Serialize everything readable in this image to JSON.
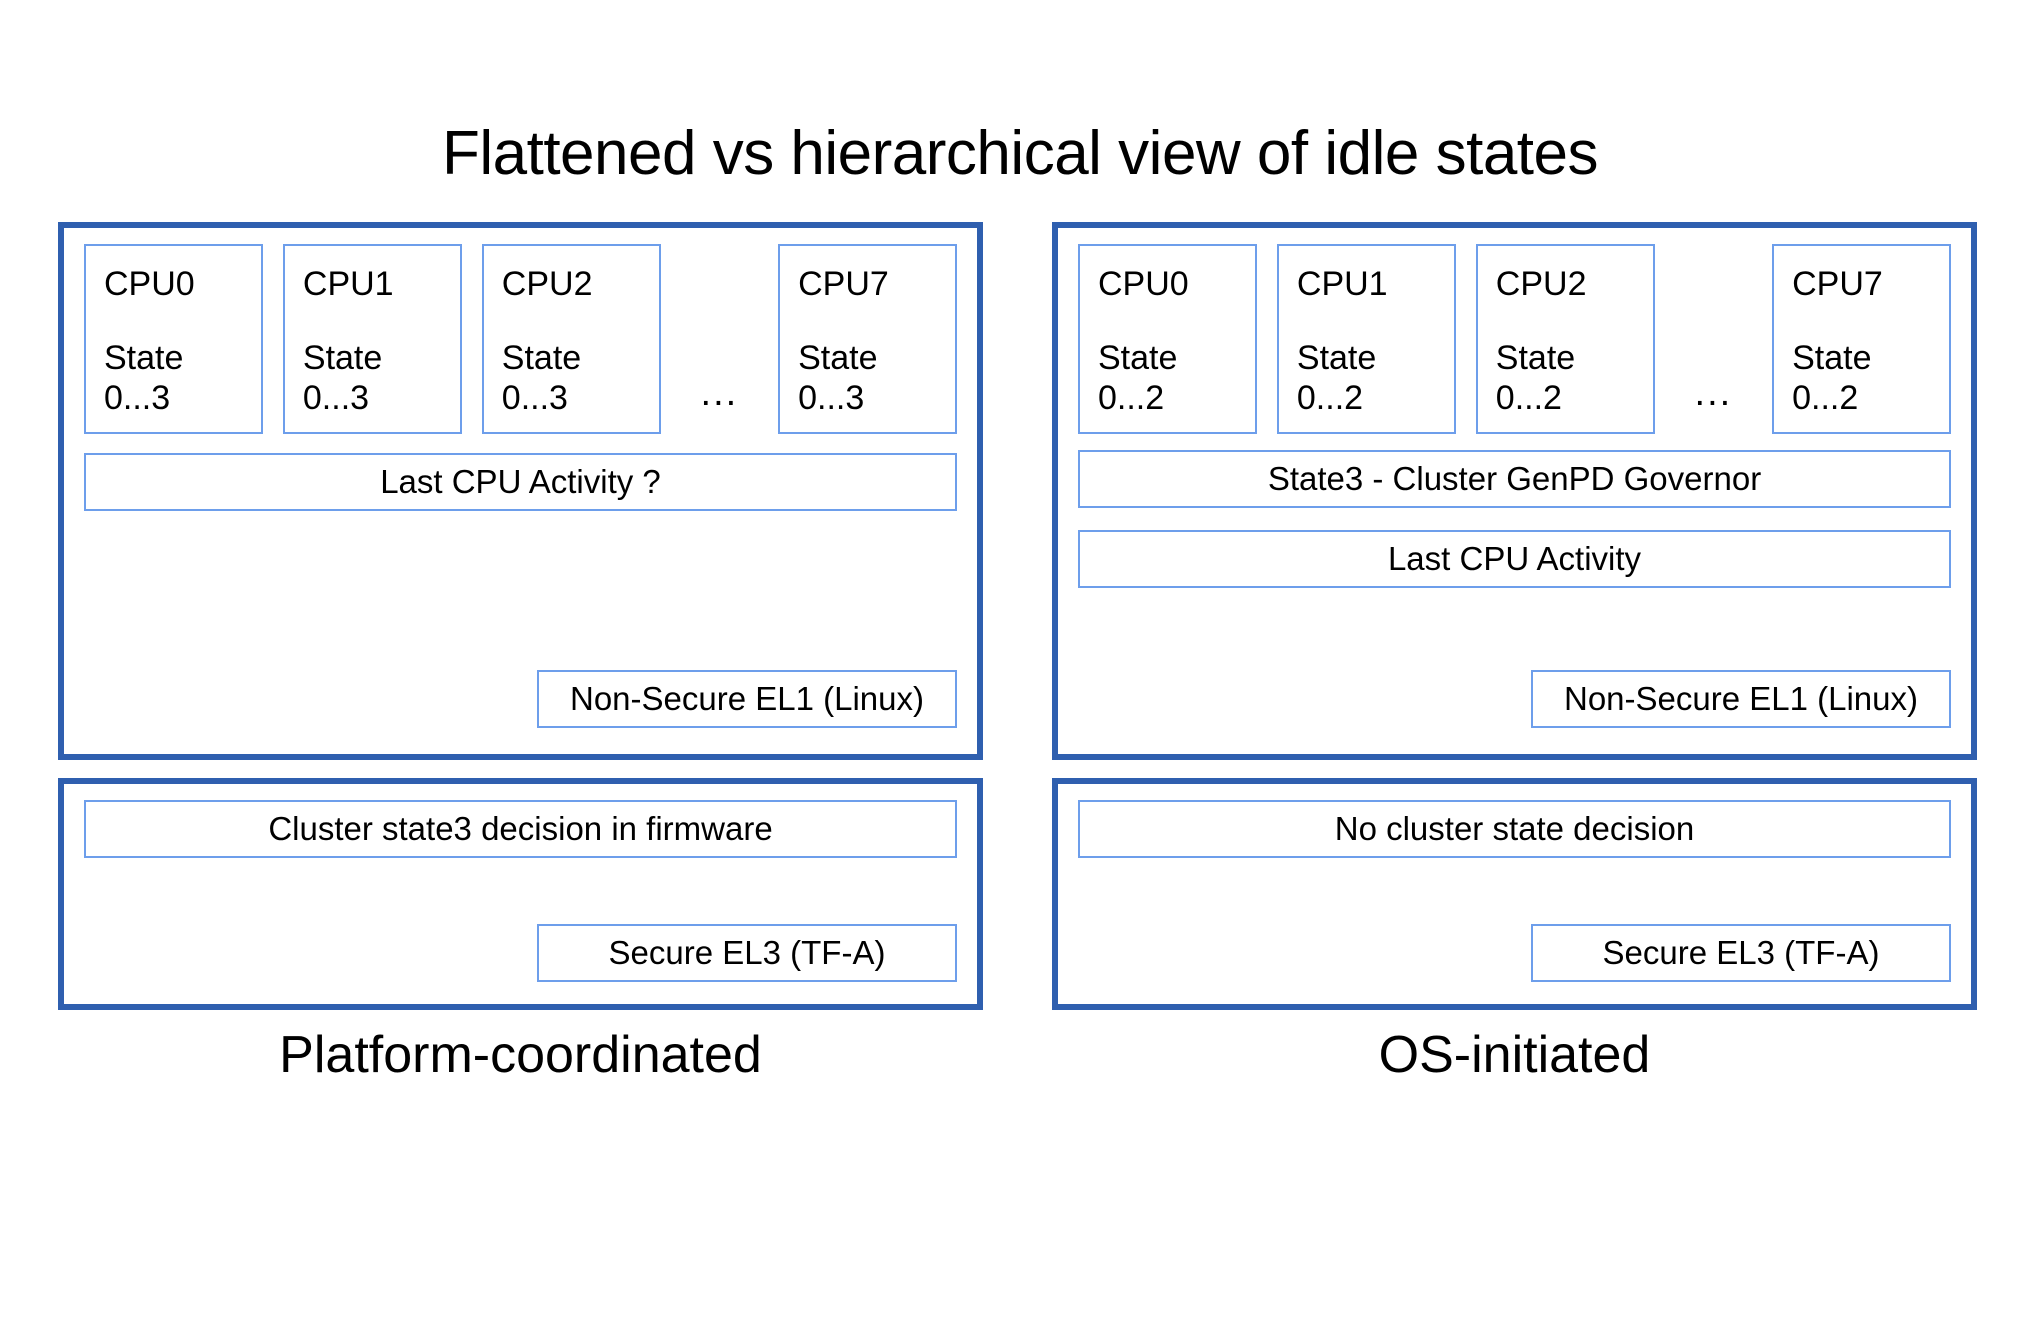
{
  "title": "Flattened vs hierarchical view of idle states",
  "colors": {
    "outer_border": "#2F5FAF",
    "inner_border": "#6D9EEB",
    "background": "#FFFFFF",
    "text": "#000000"
  },
  "ellipsis": "...",
  "columns": [
    {
      "id": "platform-coordinated",
      "caption": "Platform-coordinated",
      "os_panel": {
        "cpus": [
          {
            "name": "CPU0",
            "state_label": "State",
            "state_range": "0...3"
          },
          {
            "name": "CPU1",
            "state_label": "State",
            "state_range": "0...3"
          },
          {
            "name": "CPU2",
            "state_label": "State",
            "state_range": "0...3"
          },
          {
            "name": "CPU7",
            "state_label": "State",
            "state_range": "0...3"
          }
        ],
        "bars": [
          {
            "id": "last-cpu-activity",
            "label": "Last CPU Activity ?"
          }
        ],
        "level_tag": "Non-Secure EL1 (Linux)"
      },
      "fw_panel": {
        "bar": "Cluster state3 decision in firmware",
        "level_tag": "Secure EL3 (TF-A)"
      }
    },
    {
      "id": "os-initiated",
      "caption": "OS-initiated",
      "os_panel": {
        "cpus": [
          {
            "name": "CPU0",
            "state_label": "State",
            "state_range": "0...2"
          },
          {
            "name": "CPU1",
            "state_label": "State",
            "state_range": "0...2"
          },
          {
            "name": "CPU2",
            "state_label": "State",
            "state_range": "0...2"
          },
          {
            "name": "CPU7",
            "state_label": "State",
            "state_range": "0...2"
          }
        ],
        "bars": [
          {
            "id": "cluster-genpd-governor",
            "label": "State3 - Cluster GenPD Governor"
          },
          {
            "id": "last-cpu-activity",
            "label": "Last CPU Activity"
          }
        ],
        "level_tag": "Non-Secure EL1 (Linux)"
      },
      "fw_panel": {
        "bar": "No cluster state decision",
        "level_tag": "Secure EL3 (TF-A)"
      }
    }
  ]
}
